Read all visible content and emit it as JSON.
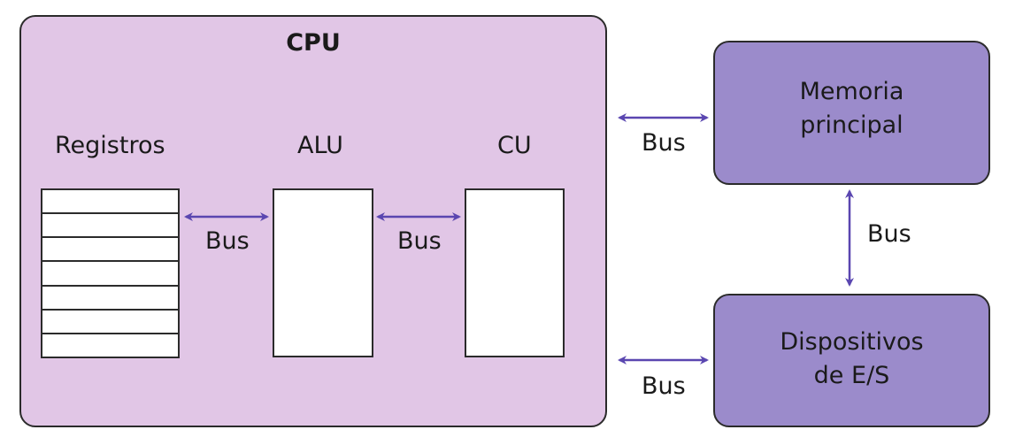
{
  "diagram": {
    "cpu": {
      "title": "CPU",
      "components": {
        "registers": {
          "label": "Registros",
          "row_count": 7
        },
        "alu": {
          "label": "ALU"
        },
        "cu": {
          "label": "CU"
        }
      }
    },
    "memory": {
      "line1": "Memoria",
      "line2": "principal"
    },
    "io": {
      "line1": "Dispositivos",
      "line2": "de E/S"
    },
    "buses": {
      "registers_alu": "Bus",
      "alu_cu": "Bus",
      "cpu_memory": "Bus",
      "memory_io": "Bus",
      "cpu_io": "Bus"
    },
    "colors": {
      "cpu_fill": "#e1c6e6",
      "block_fill": "#9b8bcb",
      "arrow": "#5a46b0",
      "border": "#2b2b2b"
    }
  }
}
